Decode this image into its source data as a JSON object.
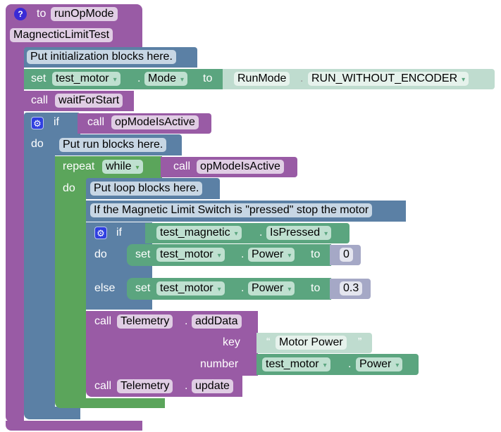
{
  "procedure": {
    "help_icon": "question-icon",
    "to_label": "to",
    "name_part1": "runOpMode",
    "name_part2": "MagnecticLimitTest"
  },
  "init_comment": "Put initialization blocks here.",
  "set_mode": {
    "set_label": "set",
    "device": "test_motor",
    "property": "Mode",
    "to_label": "to",
    "enum_class": "RunMode",
    "enum_value": "RUN_WITHOUT_ENCODER"
  },
  "wait_call": {
    "call_label": "call",
    "func": "waitForStart"
  },
  "outer_if": {
    "if_label": "if",
    "do_label": "do",
    "cond_call_label": "call",
    "cond_func": "opModeIsActive"
  },
  "run_comment": "Put run blocks here.",
  "repeat": {
    "repeat_label": "repeat",
    "mode": "while",
    "do_label": "do",
    "cond_call_label": "call",
    "cond_func": "opModeIsActive"
  },
  "loop_comment": "Put loop blocks here.",
  "switch_comment": "If the Magnetic Limit Switch is \"pressed\" stop the motor",
  "inner_if": {
    "if_label": "if",
    "do_label": "do",
    "else_label": "else",
    "cond_device": "test_magnetic",
    "cond_property": "IsPressed"
  },
  "set_power_do": {
    "set_label": "set",
    "device": "test_motor",
    "property": "Power",
    "to_label": "to",
    "value": "0"
  },
  "set_power_else": {
    "set_label": "set",
    "device": "test_motor",
    "property": "Power",
    "to_label": "to",
    "value": "0.3"
  },
  "telemetry_add": {
    "call_label": "call",
    "object": "Telemetry",
    "method": "addData",
    "key_label": "key",
    "key_value": "Motor Power",
    "open_quote": "“",
    "close_quote": "”",
    "number_label": "number",
    "number_device": "test_motor",
    "number_property": "Power"
  },
  "telemetry_update": {
    "call_label": "call",
    "object": "Telemetry",
    "method": "update"
  },
  "dot": "."
}
